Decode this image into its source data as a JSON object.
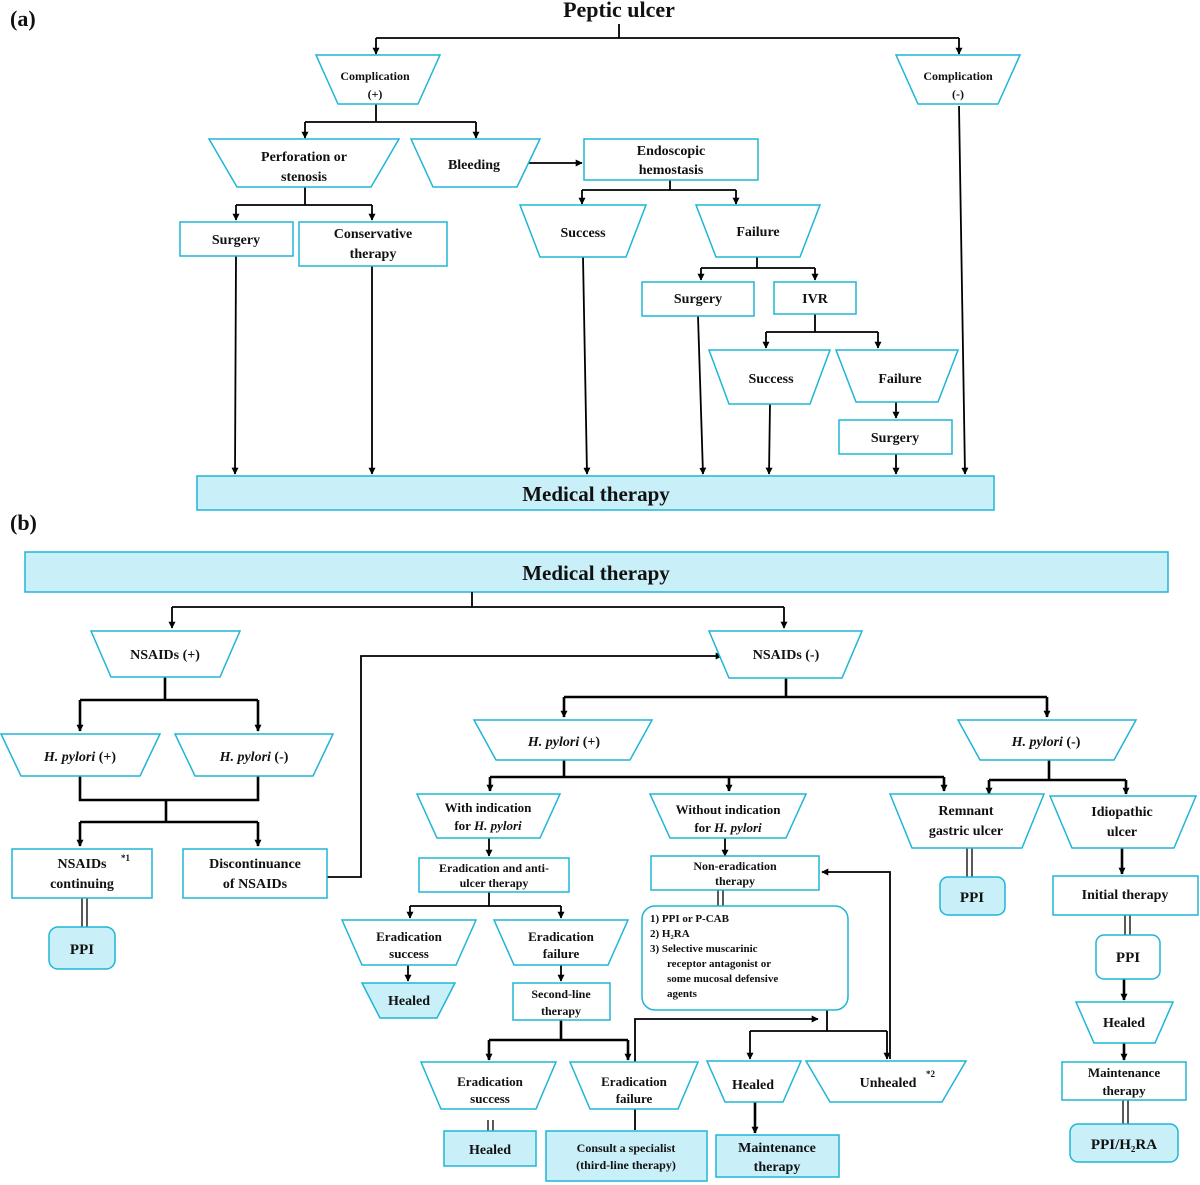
{
  "panels": {
    "a": "(a)",
    "b": "(b)"
  },
  "a": {
    "title": "Peptic ulcer",
    "comp_pos": [
      "Complication",
      "(+)"
    ],
    "comp_neg": [
      "Complication",
      "(-)"
    ],
    "perforation": [
      "Perforation or",
      "stenosis"
    ],
    "bleeding": "Bleeding",
    "endoscopic": [
      "Endoscopic",
      "hemostasis"
    ],
    "surgery_1": "Surgery",
    "conservative": [
      "Conservative",
      "therapy"
    ],
    "success_1": "Success",
    "failure_1": "Failure",
    "surgery_2": "Surgery",
    "ivr": "IVR",
    "success_2": "Success",
    "failure_2": "Failure",
    "surgery_3": "Surgery",
    "medical": "Medical therapy"
  },
  "b": {
    "medical": "Medical therapy",
    "nsaids_pos": "NSAIDs (+)",
    "nsaids_neg": "NSAIDs (-)",
    "hp_italic": "H. pylori",
    "hp_pos_suffix": " (+)",
    "hp_neg_suffix": " (-)",
    "nsaids_cont": [
      "NSAIDs",
      "continuing"
    ],
    "note1": "*1",
    "discontinuance": [
      "Discontinuance",
      "of NSAIDs"
    ],
    "ppi_1": "PPI",
    "with_ind": [
      "With indication",
      "for "
    ],
    "without_ind": [
      "Without indication",
      "for "
    ],
    "remnant": [
      "Remnant",
      "gastric ulcer"
    ],
    "idiopathic": [
      "Idiopathic",
      "ulcer"
    ],
    "eradication_anti": [
      "Eradication and anti-",
      "ulcer therapy"
    ],
    "non_eradication": [
      "Non-eradication",
      "therapy"
    ],
    "ppi_2": "PPI",
    "initial": "Initial  therapy",
    "erad_success_1": [
      "Eradication",
      "success"
    ],
    "erad_failure_1": [
      "Eradication",
      "failure"
    ],
    "drug_list": [
      "1)  PPI or P-CAB",
      "2)  H₂RA",
      "3)  Selective muscarinic",
      "receptor antagonist or",
      "some mucosal defensive",
      "agents"
    ],
    "ppi_3": "PPI",
    "healed_1": "Healed",
    "second_line": [
      "Second-line",
      "therapy"
    ],
    "healed_2": "Healed",
    "erad_success_2": [
      "Eradication",
      "success"
    ],
    "erad_failure_2": [
      "Eradication",
      "failure"
    ],
    "healed_3": "Healed",
    "unhealed": "Unhealed",
    "note2": "*2",
    "maintenance_1": [
      "Maintenance",
      "therapy"
    ],
    "healed_4": "Healed",
    "consult": [
      "Consult a specialist",
      "(third-line therapy)"
    ],
    "maintenance_2": [
      "Maintenance",
      "therapy"
    ],
    "ppi_h2ra": "PPI/H₂RA"
  }
}
